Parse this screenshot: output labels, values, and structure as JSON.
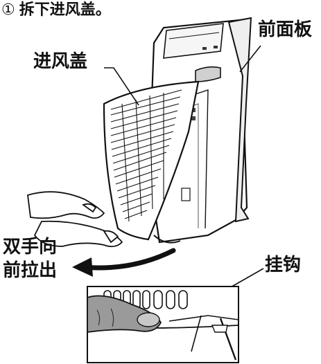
{
  "step": {
    "number": "①",
    "title": "拆下进风盖。"
  },
  "labels": {
    "front_panel": "前面板",
    "intake_cover": "进风盖",
    "pull_line1": "双手向",
    "pull_line2": "前拉出",
    "hook": "挂钩"
  },
  "colors": {
    "line": "#111111",
    "shade": "#bfbfbf",
    "dark": "#444444",
    "background": "#ffffff"
  }
}
